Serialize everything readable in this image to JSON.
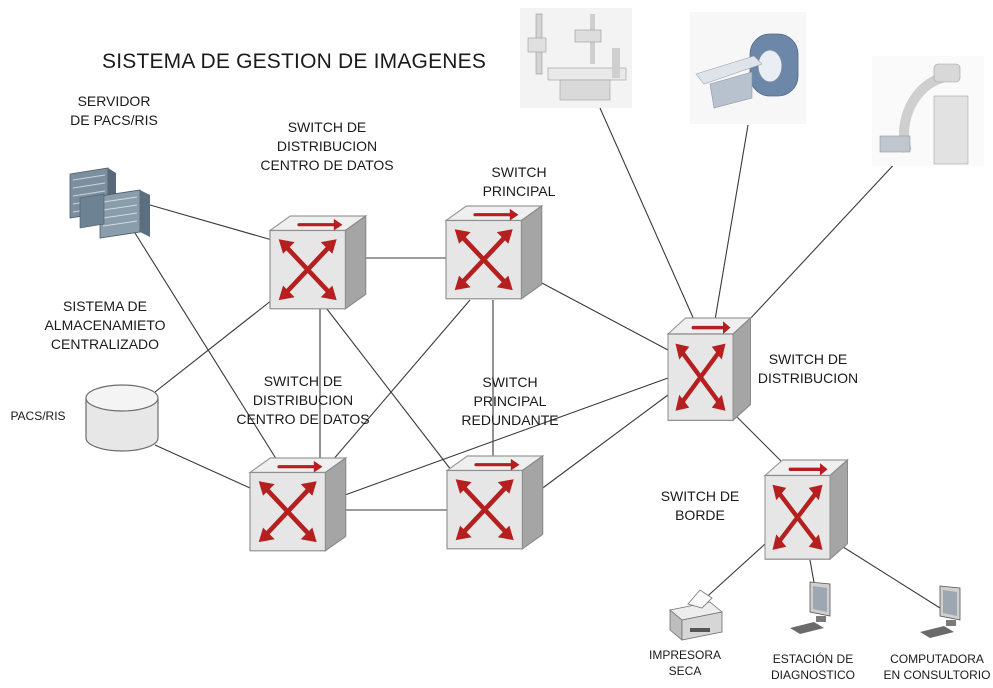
{
  "title": "SISTEMA DE GESTION DE IMAGENES",
  "nodes": {
    "servidor": {
      "lines": [
        "SERVIDOR",
        "DE PACS/RIS"
      ]
    },
    "almacenamiento": {
      "lines": [
        "SISTEMA DE",
        "ALMACENAMIETO",
        "CENTRALIZADO"
      ]
    },
    "pacs": {
      "label": "PACS/RIS"
    },
    "sw_dist_dc_top": {
      "lines": [
        "SWITCH DE",
        "DISTRIBUCION",
        "CENTRO DE DATOS"
      ]
    },
    "sw_principal": {
      "lines": [
        "SWITCH",
        "PRINCIPAL"
      ]
    },
    "sw_dist_dc_bottom": {
      "lines": [
        "SWITCH DE",
        "DISTRIBUCION",
        "CENTRO DE DATOS"
      ]
    },
    "sw_principal_red": {
      "lines": [
        "SWITCH",
        "PRINCIPAL",
        "REDUNDANTE"
      ]
    },
    "sw_distribucion": {
      "lines": [
        "SWITCH DE",
        "DISTRIBUCION"
      ]
    },
    "sw_borde": {
      "lines": [
        "SWITCH DE",
        "BORDE"
      ]
    },
    "impresora": {
      "lines": [
        "IMPRESORA",
        "SECA"
      ]
    },
    "estacion": {
      "lines": [
        "ESTACIÓN DE",
        "DIAGNOSTICO"
      ]
    },
    "computadora": {
      "lines": [
        "COMPUTADORA",
        "EN CONSULTORIO"
      ]
    }
  },
  "colors": {
    "switch_face": "#e4e4e4",
    "switch_side": "#a9a9a9",
    "arrow": "#b51f1f",
    "line": "#3a3a3a"
  },
  "icons": [
    "server-icon",
    "database-icon",
    "switch-icon",
    "xray-machine-icon",
    "ct-scanner-icon",
    "c-arm-icon",
    "printer-icon",
    "monitor-icon"
  ]
}
